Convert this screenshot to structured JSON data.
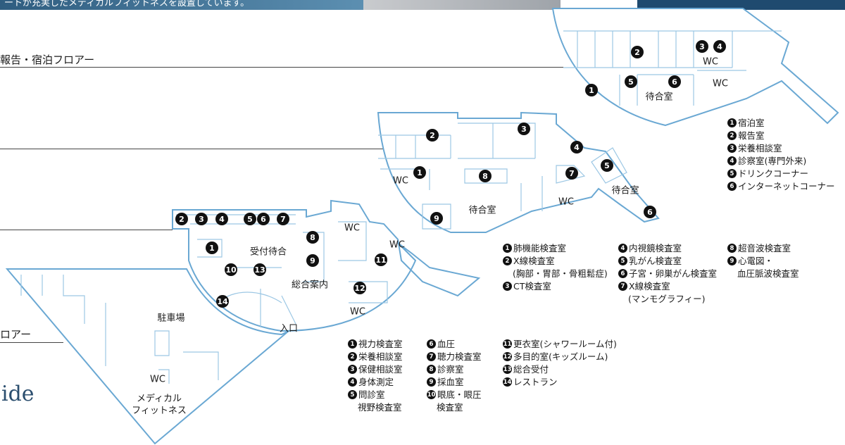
{
  "banner": {
    "caption": "ートが充実したメディカルフィットネスを設置しています。"
  },
  "floors": {
    "top": "報告・宿泊フロアー",
    "bottom": "ロアー"
  },
  "brand_fragment": "ide",
  "floor_a": {
    "markers": [
      "1",
      "2",
      "3",
      "4",
      "5",
      "6"
    ],
    "rooms": {
      "waiting": "待合室",
      "wc1": "WC",
      "wc2": "WC"
    },
    "legend": [
      {
        "num": "1",
        "text": "宿泊室"
      },
      {
        "num": "2",
        "text": "報告室"
      },
      {
        "num": "3",
        "text": "栄養相談室"
      },
      {
        "num": "4",
        "text": "診察室(専門外来)"
      },
      {
        "num": "5",
        "text": "ドリンクコーナー"
      },
      {
        "num": "6",
        "text": "インターネットコーナー"
      }
    ]
  },
  "floor_b": {
    "markers": [
      "1",
      "2",
      "3",
      "4",
      "5",
      "6",
      "7",
      "8",
      "9"
    ],
    "rooms": {
      "wc1": "WC",
      "wc2": "WC",
      "waiting1": "待合室",
      "waiting2": "待合室"
    },
    "legend_col1": [
      {
        "num": "1",
        "text": "肺機能検査室"
      },
      {
        "num": "2",
        "text": "X線検査室"
      },
      {
        "num": "",
        "text": "(胸部・胃部・骨粗鬆症)"
      },
      {
        "num": "3",
        "text": "CT検査室"
      }
    ],
    "legend_col2": [
      {
        "num": "4",
        "text": "内視鏡検査室"
      },
      {
        "num": "5",
        "text": "乳がん検査室"
      },
      {
        "num": "6",
        "text": "子宮・卵巣がん検査室"
      },
      {
        "num": "7",
        "text": "X線検査室"
      },
      {
        "num": "",
        "text": "(マンモグラフィー)"
      }
    ],
    "legend_col3": [
      {
        "num": "8",
        "text": "超音波検査室"
      },
      {
        "num": "9",
        "text": "心電図・"
      },
      {
        "num": "",
        "text": "血圧脈波検査室"
      }
    ]
  },
  "floor_c": {
    "markers": [
      "1",
      "2",
      "3",
      "4",
      "5",
      "6",
      "7",
      "8",
      "9",
      "10",
      "11",
      "12",
      "13",
      "14"
    ],
    "rooms": {
      "reception_wait": "受付待合",
      "info": "総合案内",
      "wc1": "WC",
      "wc2": "WC",
      "wc3": "WC",
      "entrance": "入口",
      "parking": "駐車場",
      "wc4": "WC",
      "fitness": "メディカル\nフィットネス"
    },
    "legend_col1": [
      {
        "num": "1",
        "text": "視力検査室"
      },
      {
        "num": "2",
        "text": "栄養相談室"
      },
      {
        "num": "3",
        "text": "保健相談室"
      },
      {
        "num": "4",
        "text": "身体測定"
      },
      {
        "num": "5",
        "text": "問診室"
      },
      {
        "num": "",
        "text": "視野検査室"
      }
    ],
    "legend_col2": [
      {
        "num": "6",
        "text": "血圧"
      },
      {
        "num": "7",
        "text": "聴力検査室"
      },
      {
        "num": "8",
        "text": "診察室"
      },
      {
        "num": "9",
        "text": "採血室"
      },
      {
        "num": "10",
        "text": "眼底・眼圧"
      },
      {
        "num": "",
        "text": "検査室"
      }
    ],
    "legend_col3": [
      {
        "num": "11",
        "text": "更衣室(シャワールーム付)"
      },
      {
        "num": "12",
        "text": "多目的室(キッズルーム)"
      },
      {
        "num": "13",
        "text": "総合受付"
      },
      {
        "num": "14",
        "text": "レストラン"
      }
    ]
  }
}
